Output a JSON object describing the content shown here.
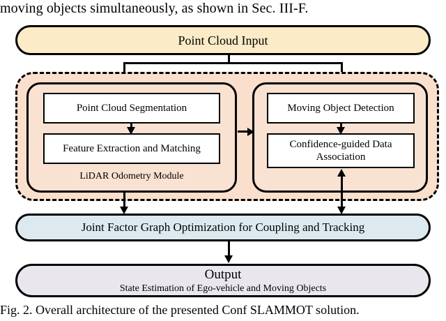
{
  "page": {
    "intro_text": "moving objects simultaneously, as shown in Sec. III-F.",
    "caption": "Fig. 2.  Overall architecture of the presented Conf SLAMMOT solution."
  },
  "figure": {
    "input_node": {
      "label": "Point Cloud Input",
      "fill_color": "#FBEBC6"
    },
    "dashed_region": {
      "fill_color": "#FADFCD",
      "border_style": "dashed"
    },
    "modules": [
      {
        "name": "lidar-odometry-module",
        "label": "LiDAR Odometry Module",
        "fill_color": "#FAE2D2",
        "steps": [
          "Point Cloud Segmentation",
          "Feature Extraction and Matching"
        ]
      },
      {
        "name": "moving-object-module",
        "label": "",
        "fill_color": "#FAE2D2",
        "steps": [
          "Moving Object Detection",
          "Confidence-guided Data",
          "Association"
        ]
      }
    ],
    "optimization_node": {
      "label": "Joint Factor Graph Optimization for Coupling and Tracking",
      "fill_color": "#DCEAF0"
    },
    "output_node": {
      "title": "Output",
      "subtitle": "State Estimation of Ego-vehicle and Moving Objects",
      "fill_color": "#EAE6EE"
    }
  },
  "chart_data": {
    "type": "diagram",
    "title": "Overall architecture of the presented Conf SLAMMOT solution",
    "nodes": [
      {
        "id": "point-cloud-input",
        "label": "Point Cloud Input",
        "shape": "stadium",
        "fill": "#FBEBC6"
      },
      {
        "id": "point-cloud-segmentation",
        "label": "Point Cloud Segmentation",
        "shape": "rect",
        "fill": "#FFFFFF"
      },
      {
        "id": "feature-extraction-and-matching",
        "label": "Feature Extraction and Matching",
        "shape": "rect",
        "fill": "#FFFFFF"
      },
      {
        "id": "lidar-odometry-module",
        "label": "LiDAR Odometry Module",
        "shape": "rounded-group",
        "fill": "#FAE2D2"
      },
      {
        "id": "moving-object-detection",
        "label": "Moving Object Detection",
        "shape": "rect",
        "fill": "#FFFFFF"
      },
      {
        "id": "confidence-guided-data-association",
        "label": "Confidence-guided Data Association",
        "shape": "rect",
        "fill": "#FFFFFF"
      },
      {
        "id": "joint-factor-graph-optimization",
        "label": "Joint Factor Graph Optimization for Coupling and Tracking",
        "shape": "stadium",
        "fill": "#DCEAF0"
      },
      {
        "id": "output",
        "label": "Output / State Estimation of Ego-vehicle and Moving Objects",
        "shape": "stadium",
        "fill": "#EAE6EE"
      }
    ],
    "edges": [
      {
        "from": "point-cloud-input",
        "to": "point-cloud-segmentation",
        "direction": "one-way"
      },
      {
        "from": "point-cloud-input",
        "to": "moving-object-detection",
        "direction": "one-way"
      },
      {
        "from": "point-cloud-segmentation",
        "to": "feature-extraction-and-matching",
        "direction": "one-way"
      },
      {
        "from": "feature-extraction-and-matching",
        "to": "moving-object-detection",
        "direction": "one-way"
      },
      {
        "from": "moving-object-detection",
        "to": "confidence-guided-data-association",
        "direction": "one-way"
      },
      {
        "from": "lidar-odometry-module",
        "to": "joint-factor-graph-optimization",
        "direction": "one-way"
      },
      {
        "from": "confidence-guided-data-association",
        "to": "joint-factor-graph-optimization",
        "direction": "bidirectional"
      },
      {
        "from": "joint-factor-graph-optimization",
        "to": "output",
        "direction": "one-way"
      }
    ]
  }
}
